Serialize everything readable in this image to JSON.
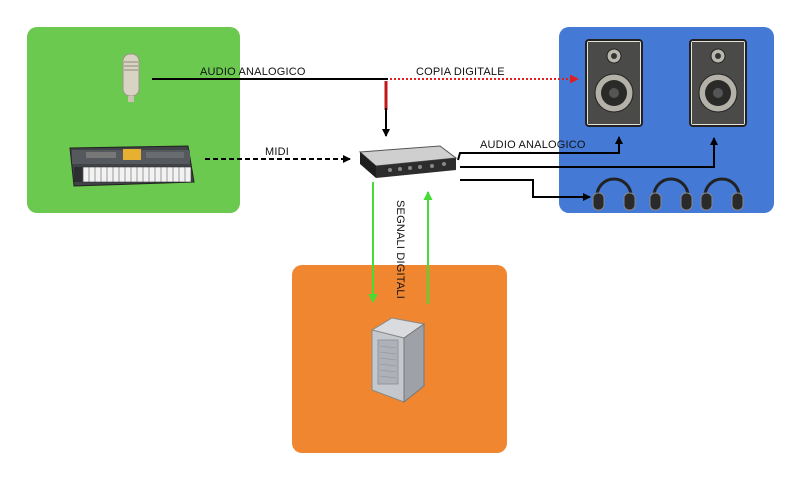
{
  "labels": {
    "audio_in": "AUDIO ANALOGICO",
    "copy_digital": "COPIA DIGITALE",
    "midi": "MIDI",
    "audio_out": "AUDIO ANALOGICO",
    "digital_signals": "SEGNALI DIGITALI"
  },
  "colors": {
    "input_zone": "#6cc94f",
    "output_zone": "#4479d6",
    "computer_zone": "#f18630",
    "analog_line": "#000000",
    "copy_line": "#e02020",
    "digital_line": "#44dd33"
  },
  "icons": [
    "microphone-icon",
    "keyboard-icon",
    "audio-interface-icon",
    "studio-monitor-icon",
    "headphones-icon",
    "computer-tower-icon"
  ]
}
